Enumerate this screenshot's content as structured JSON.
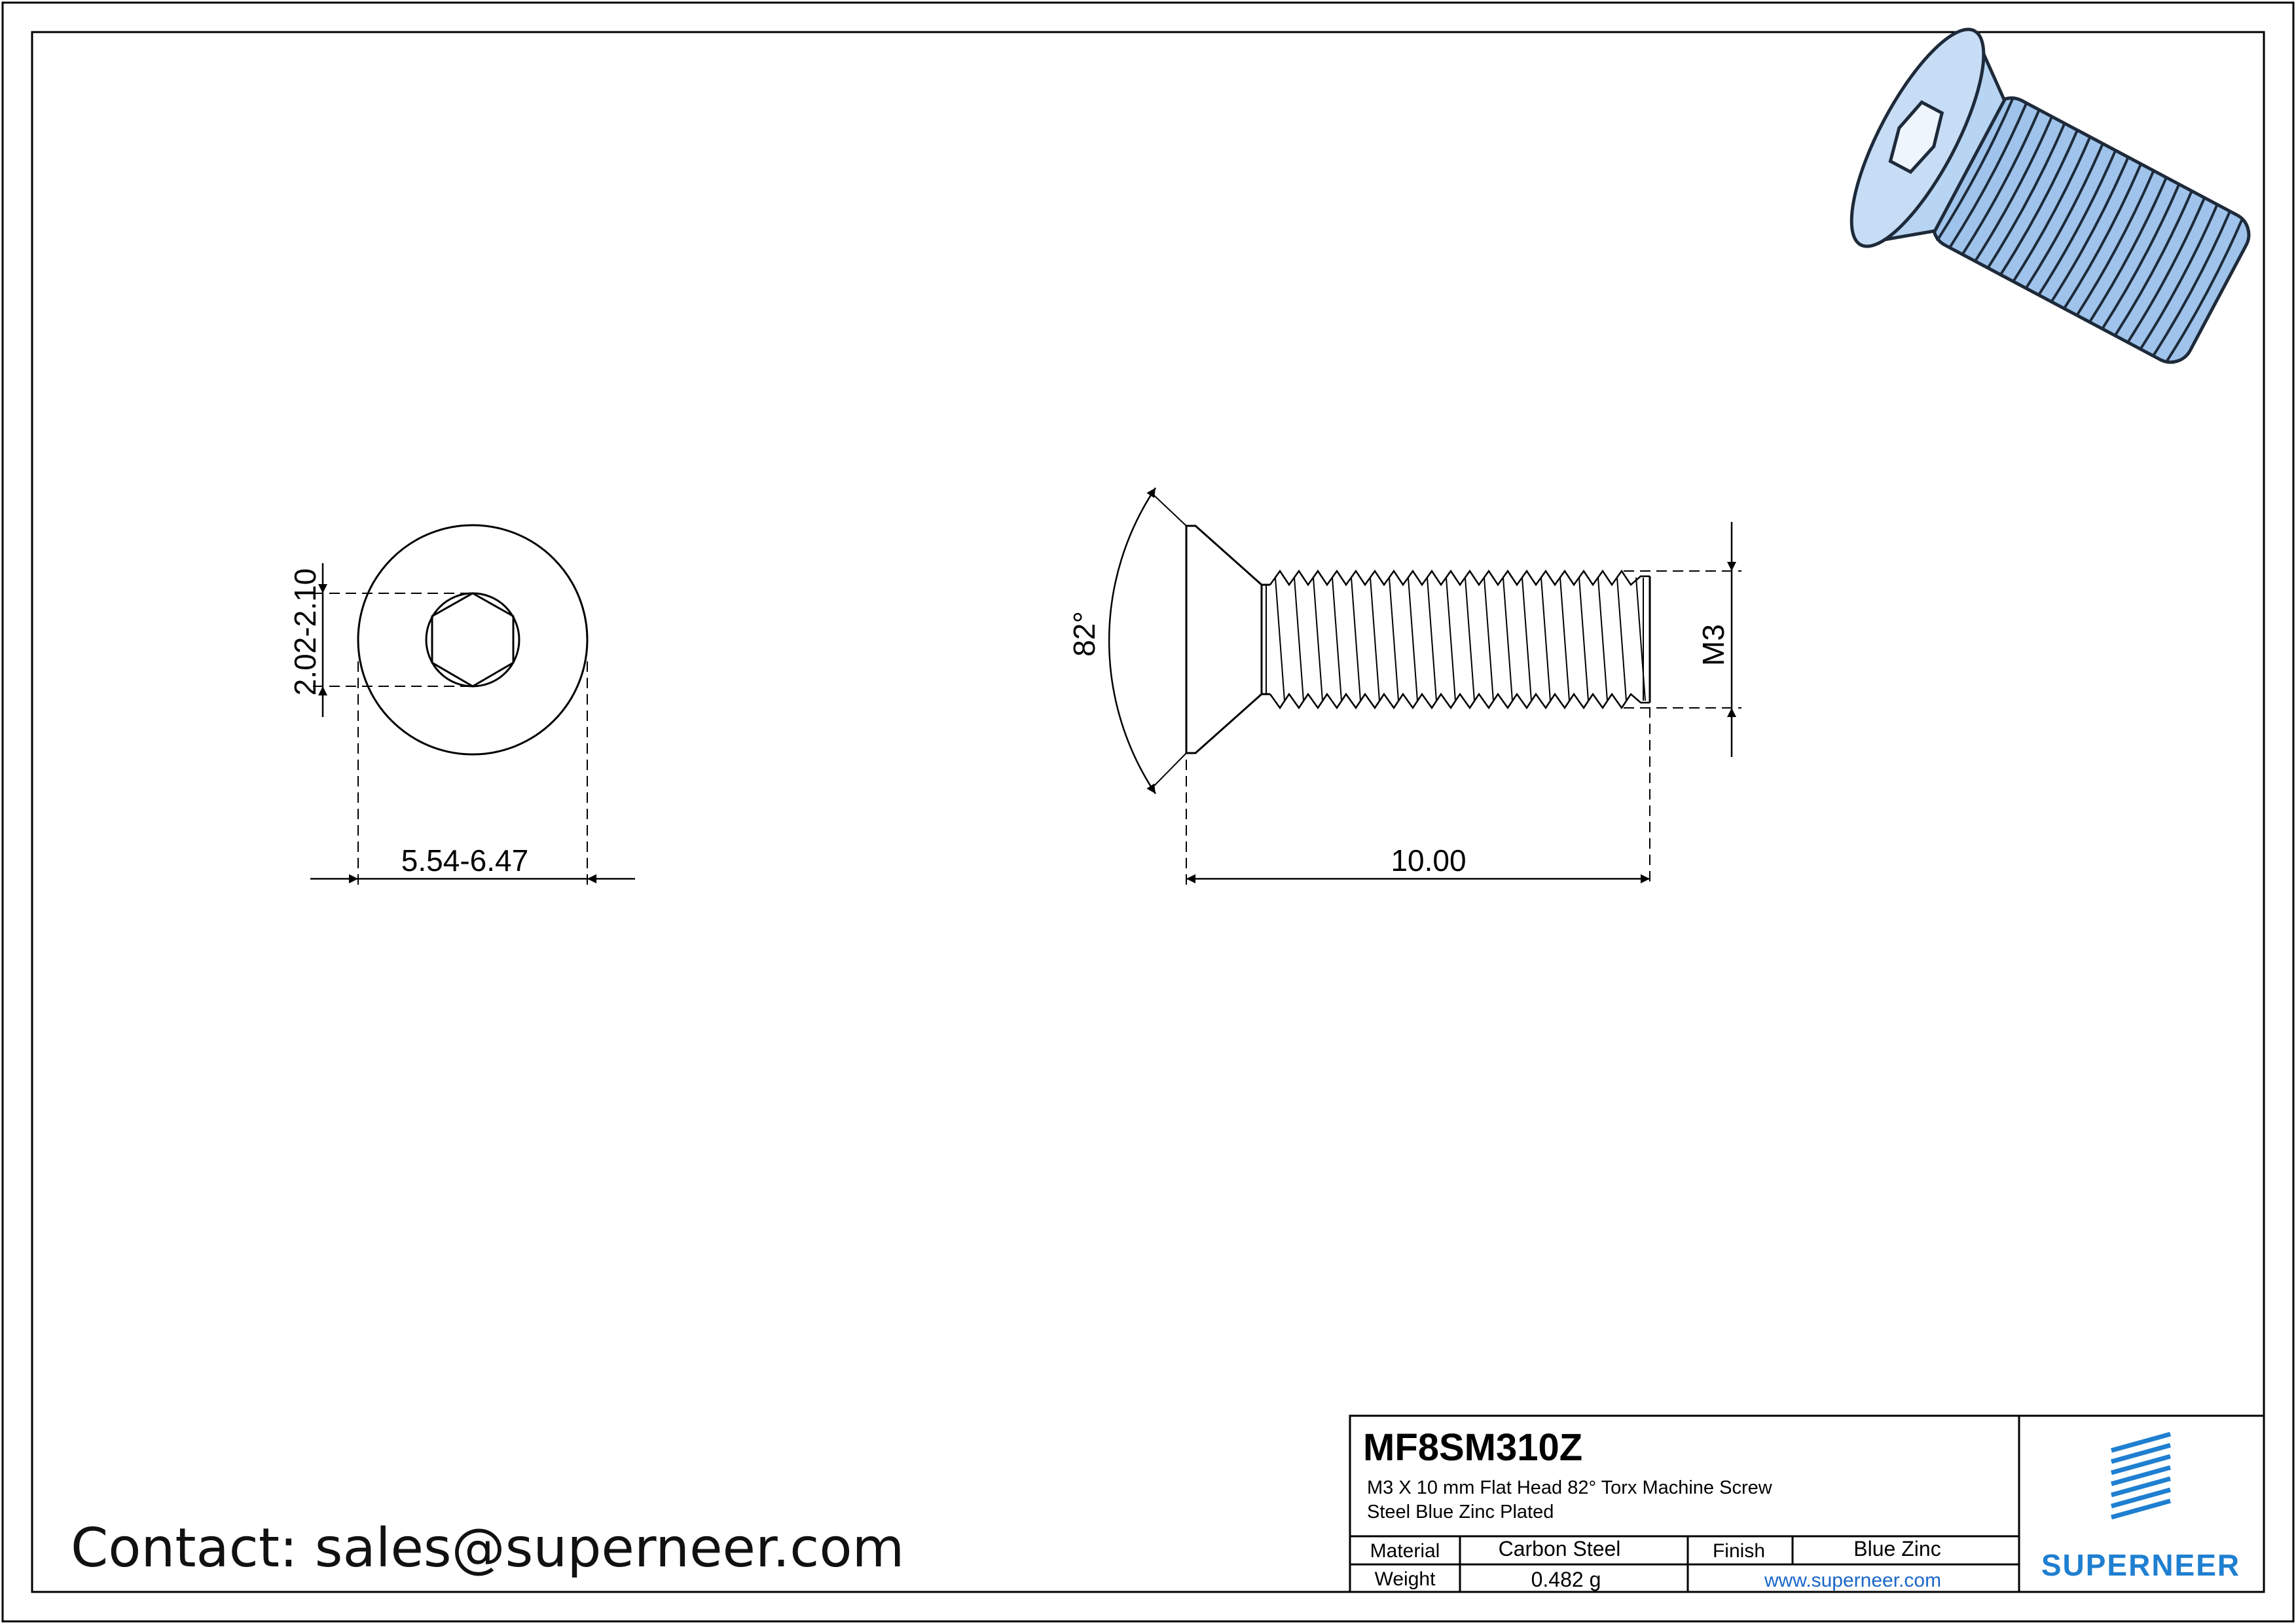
{
  "drawing": {
    "top_view": {
      "diameter_label": "5.54-6.47",
      "socket_label": "2.02-2.10"
    },
    "side_view": {
      "length_label": "10.00",
      "angle_label": "82°",
      "thread_label": "M3"
    }
  },
  "title_block": {
    "part_number": "MF8SM310Z",
    "description": "M3 X 10 mm  Flat Head 82° Torx Machine Screw",
    "finish_description": "Steel Blue Zinc Plated",
    "material_label": "Material",
    "material_value": "Carbon Steel",
    "finish_label": "Finish",
    "finish_value": "Blue Zinc",
    "weight_label": "Weight",
    "weight_value": "0.482 g",
    "website": "www.superneer.com",
    "brand": "SUPERNEER"
  },
  "contact": "Contact: sales@superneer.com",
  "colors": {
    "line": "#000000",
    "brand_blue": "#1f7fd0",
    "link_blue": "#1a66c9",
    "zinc_light": "#c4dcf5",
    "zinc_mid": "#8fb6e0"
  }
}
